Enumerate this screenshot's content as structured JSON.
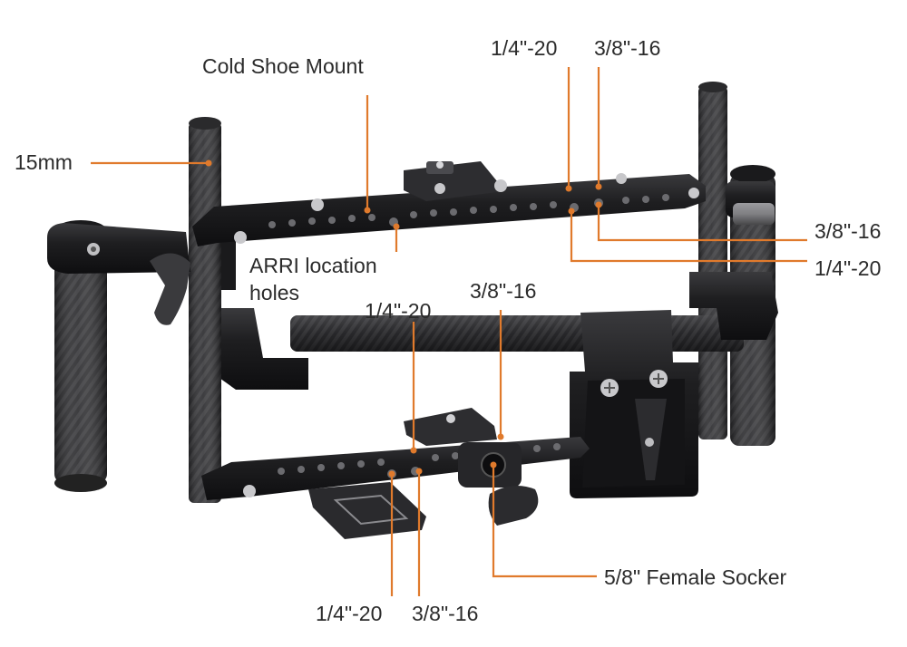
{
  "labels": {
    "mm15": "15mm",
    "cold_shoe": "Cold Shoe Mount",
    "arri_1": "ARRI location",
    "arri_2": "holes",
    "top_quarter": "1/4\"-20",
    "top_three_eighths": "3/8\"-16",
    "right_three_eighths": "3/8\"-16",
    "right_quarter": "1/4\"-20",
    "mid_quarter": "1/4\"-20",
    "mid_three_eighths": "3/8\"-16",
    "bottom_quarter": "1/4\"-20",
    "bottom_three_eighths": "3/8\"-16",
    "female_socket": "5/8\" Female Socker"
  },
  "colors": {
    "leader_line": "#e07a2c",
    "label_text": "#2b2b2b",
    "carbon_rod": "#3a3a3c",
    "aluminum_black": "#1c1c1e",
    "background": "#ffffff"
  }
}
